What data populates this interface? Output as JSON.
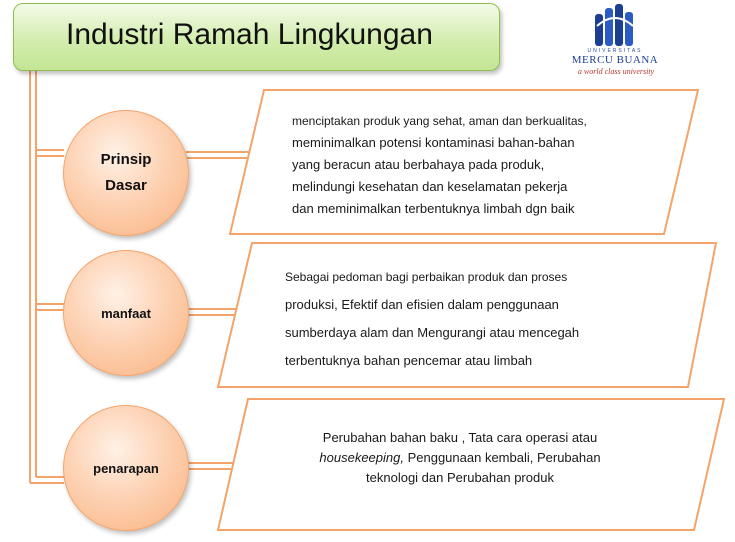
{
  "title": "Industri Ramah Lingkungan",
  "logo": {
    "univ": "UNIVERSITAS",
    "name": "MERCU BUANA",
    "tagline": "a world class university"
  },
  "nodes": [
    {
      "label_line1": "Prinsip",
      "label_line2": "Dasar",
      "lines": [
        "menciptakan produk yang sehat, aman dan berkualitas,",
        "meminimalkan potensi kontaminasi bahan-bahan",
        "yang beracun atau berbahaya pada produk,",
        "melindungi kesehatan dan keselamatan pekerja",
        "dan meminimalkan terbentuknya limbah dgn baik"
      ]
    },
    {
      "label": "manfaat",
      "lines": [
        "Sebagai pedoman bagi perbaikan produk dan proses",
        "produksi, Efektif dan efisien dalam penggunaan",
        "sumberdaya alam dan Mengurangi atau mencegah",
        "terbentuknya bahan pencemar atau limbah"
      ]
    },
    {
      "label": "penarapan",
      "line1": "Perubahan bahan baku , Tata cara operasi atau",
      "line2_italic": "housekeeping,",
      "line2_rest": " Penggunaan kembali, Perubahan",
      "line3": "teknologi dan Perubahan produk"
    }
  ],
  "colors": {
    "connector": "#f4a46a",
    "title_fill": "#d3edae",
    "circle_fill": "#fdd2b4",
    "box_border": "#f4a46a"
  }
}
